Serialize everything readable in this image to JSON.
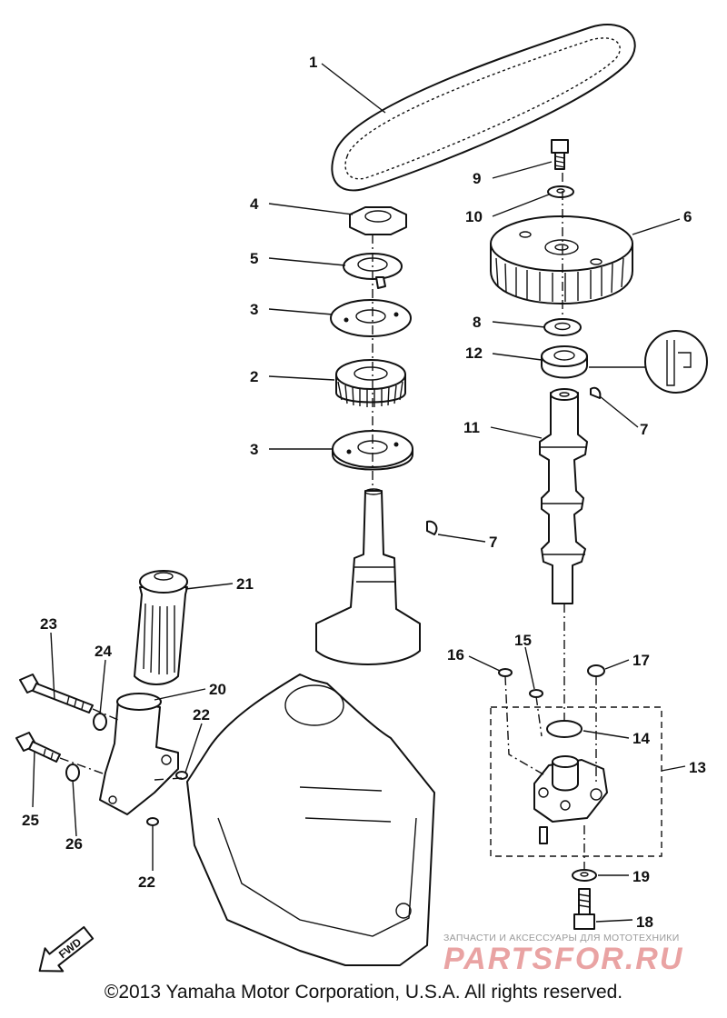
{
  "callouts": [
    {
      "id": "c1",
      "text": "1"
    },
    {
      "id": "c2",
      "text": "2"
    },
    {
      "id": "c3a",
      "text": "3"
    },
    {
      "id": "c3b",
      "text": "3"
    },
    {
      "id": "c4",
      "text": "4"
    },
    {
      "id": "c5",
      "text": "5"
    },
    {
      "id": "c6",
      "text": "6"
    },
    {
      "id": "c7a",
      "text": "7"
    },
    {
      "id": "c7b",
      "text": "7"
    },
    {
      "id": "c8",
      "text": "8"
    },
    {
      "id": "c9",
      "text": "9"
    },
    {
      "id": "c10",
      "text": "10"
    },
    {
      "id": "c11",
      "text": "11"
    },
    {
      "id": "c12",
      "text": "12"
    },
    {
      "id": "c13",
      "text": "13"
    },
    {
      "id": "c14",
      "text": "14"
    },
    {
      "id": "c15",
      "text": "15"
    },
    {
      "id": "c16",
      "text": "16"
    },
    {
      "id": "c17",
      "text": "17"
    },
    {
      "id": "c18",
      "text": "18"
    },
    {
      "id": "c19",
      "text": "19"
    },
    {
      "id": "c20",
      "text": "20"
    },
    {
      "id": "c21",
      "text": "21"
    },
    {
      "id": "c22a",
      "text": "22"
    },
    {
      "id": "c22b",
      "text": "22"
    },
    {
      "id": "c23",
      "text": "23"
    },
    {
      "id": "c24",
      "text": "24"
    },
    {
      "id": "c25",
      "text": "25"
    },
    {
      "id": "c26",
      "text": "26"
    }
  ],
  "fwd_label": "FWD",
  "copyright": "©2013 Yamaha Motor Corporation, U.S.A. All rights reserved.",
  "watermark": {
    "tagline": "ЗАПЧАСТИ И АКСЕССУАРЫ ДЛЯ МОТОТЕХНИКИ",
    "site": "PARTSFOR.RU"
  }
}
